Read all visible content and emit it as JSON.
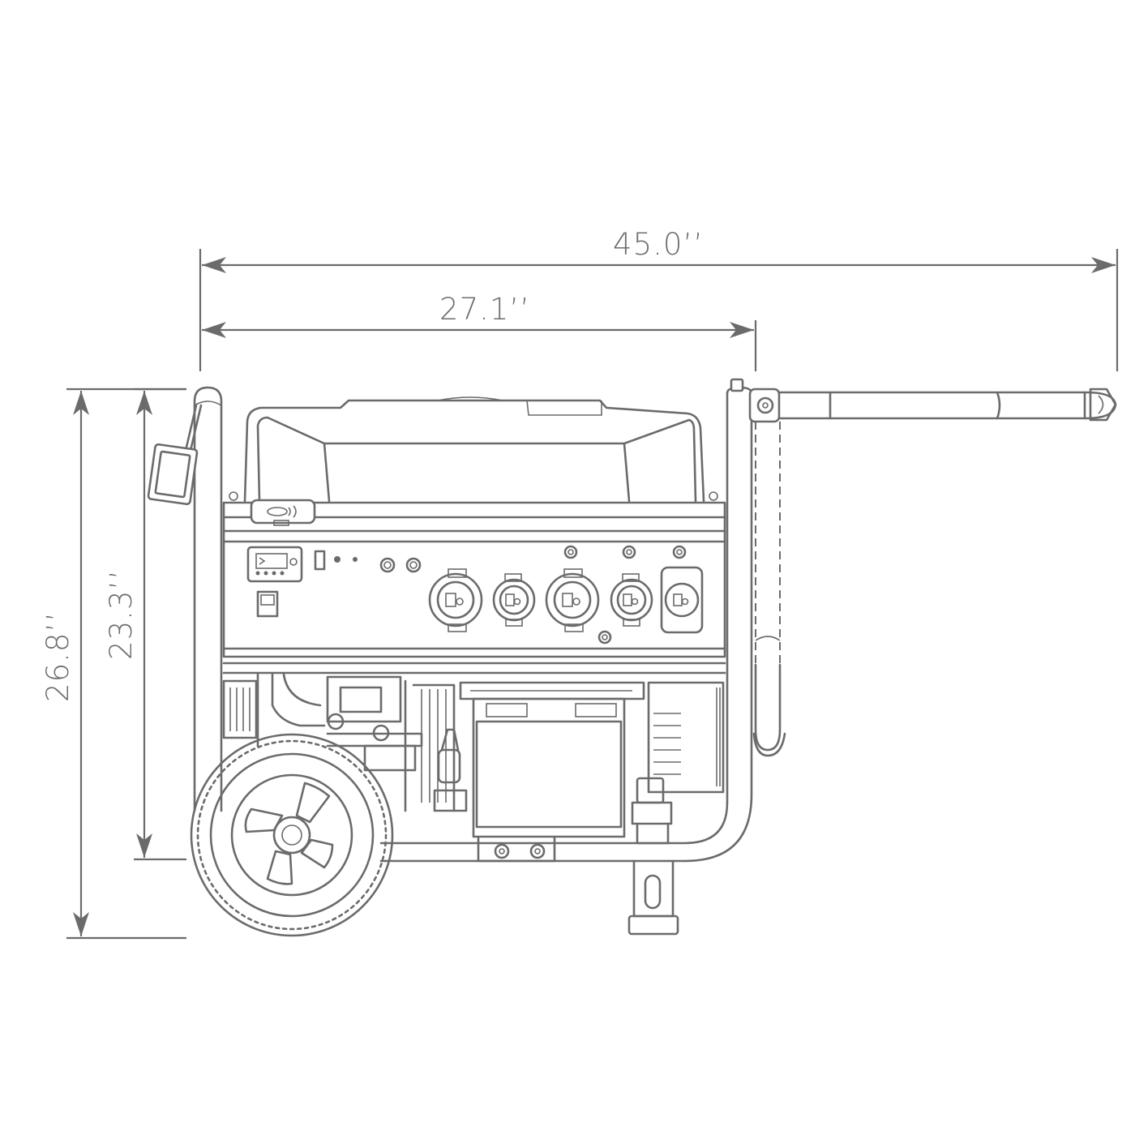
{
  "dimensions": {
    "overall_length": "45.0’’",
    "frame_length": "27.1’’",
    "overall_height": "26.8’’",
    "frame_height": "23.3’’"
  },
  "colors": {
    "line": "#6b6b6b",
    "text": "#6e6e6e",
    "background": "#ffffff"
  }
}
